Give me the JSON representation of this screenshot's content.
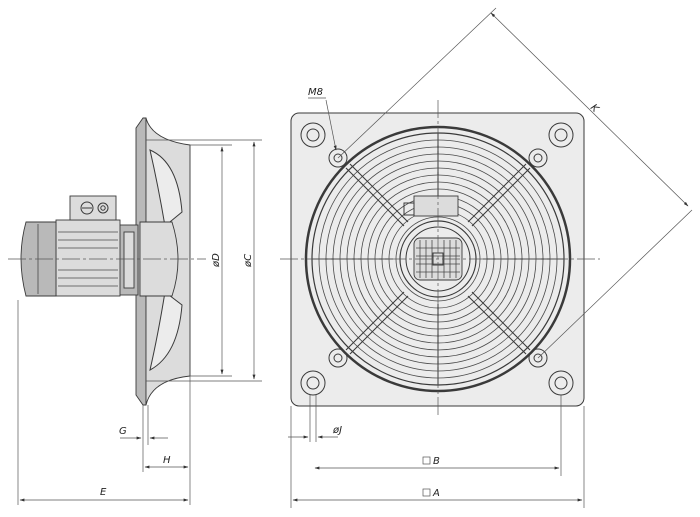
{
  "labels": {
    "m8": "M8",
    "k": "K",
    "d": "øD",
    "c": "øC",
    "g": "G",
    "h": "H",
    "e": "E",
    "j": "øJ",
    "b": "B",
    "a": "A"
  }
}
